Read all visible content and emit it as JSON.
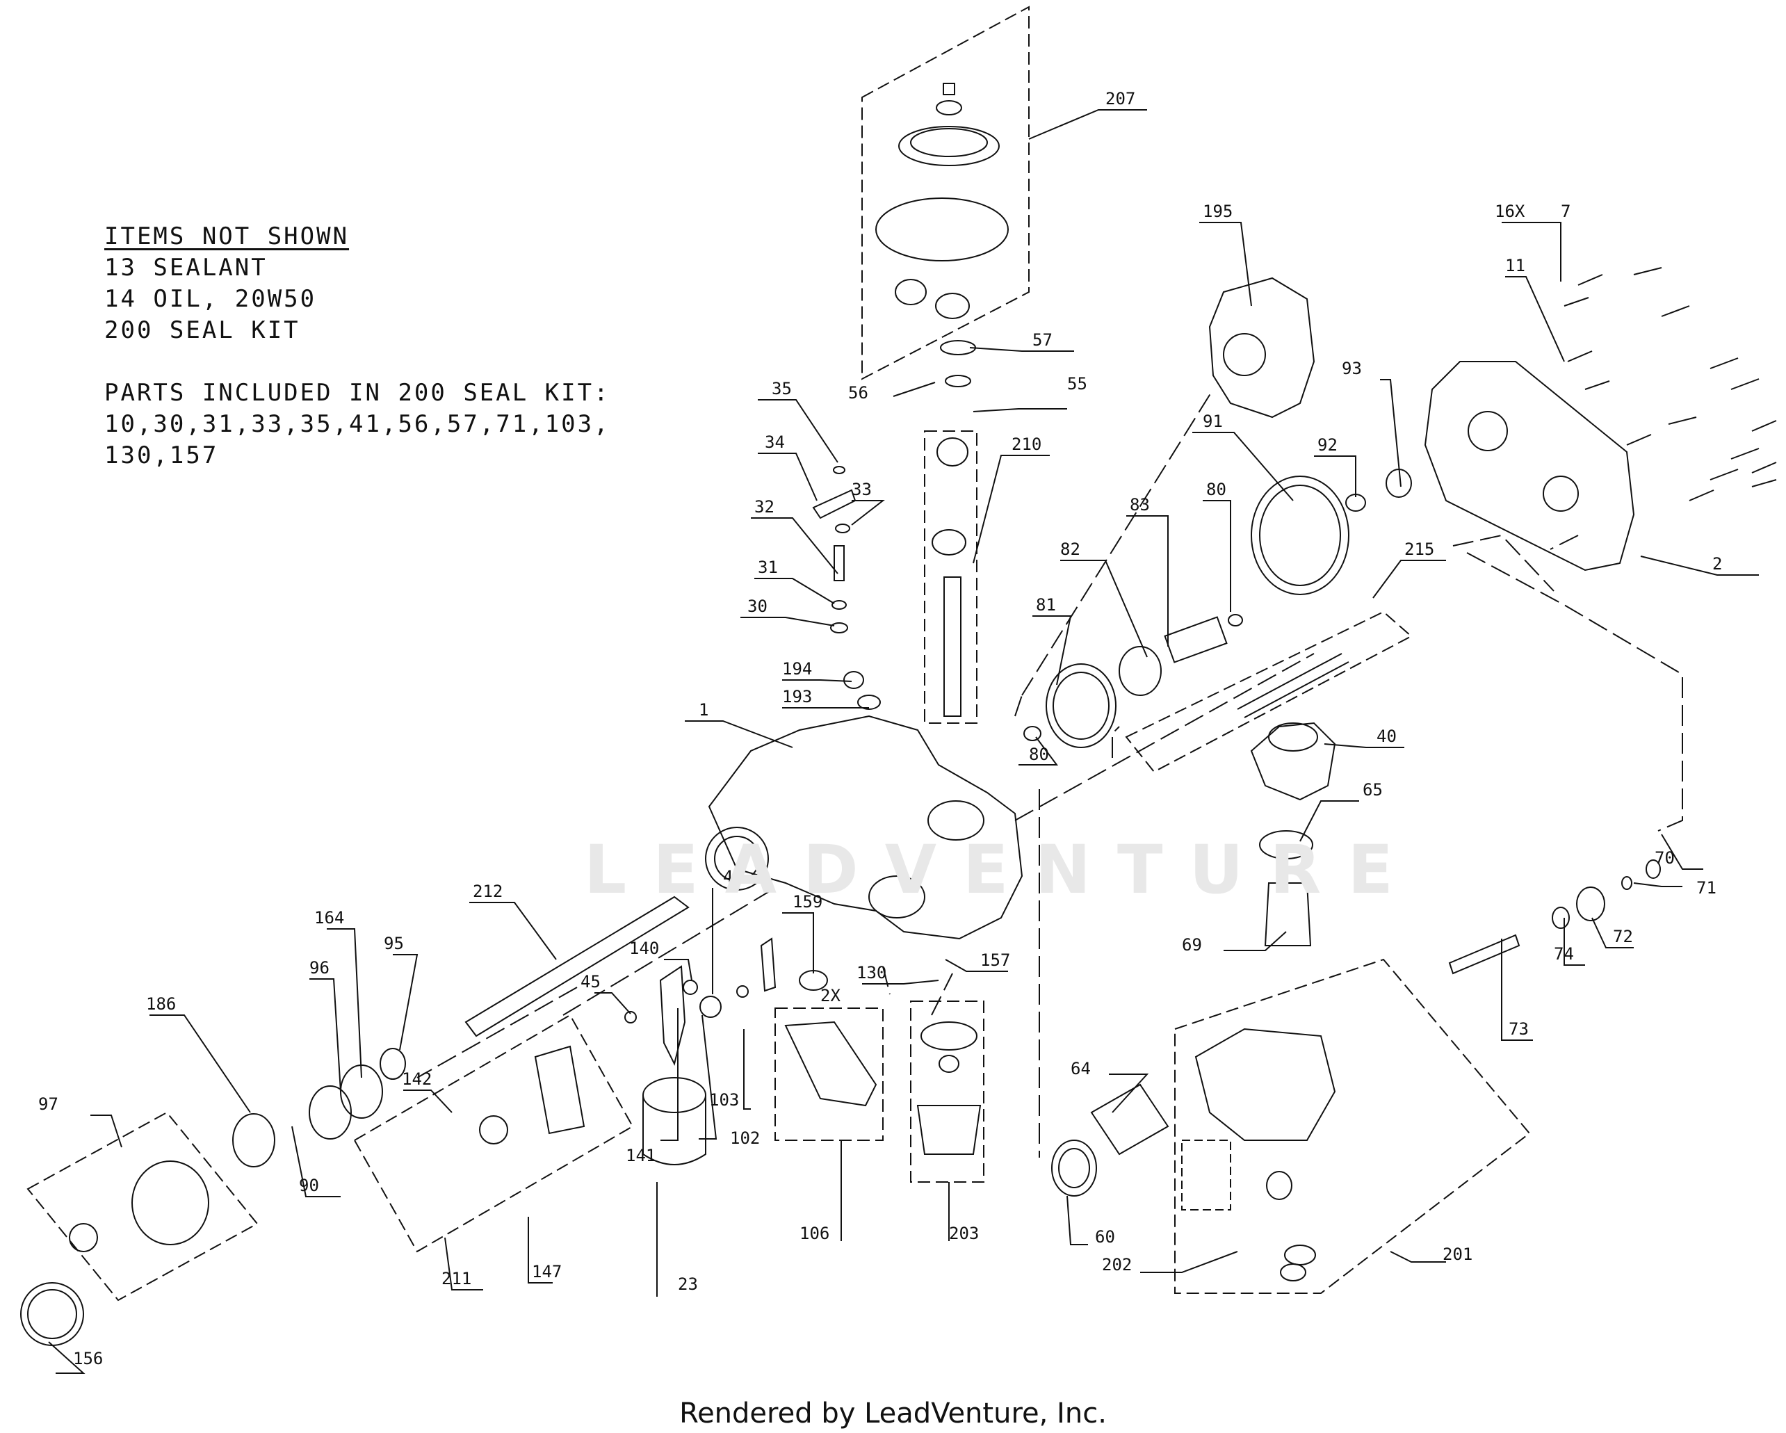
{
  "notes": {
    "title": "ITEMS NOT SHOWN",
    "lines": [
      "13 SEALANT",
      "14 OIL, 20W50",
      "200 SEAL KIT"
    ],
    "kit_title": "PARTS INCLUDED IN 200 SEAL KIT:",
    "kit_lines": [
      "10,30,31,33,35,41,56,57,71,103,",
      "130,157"
    ]
  },
  "watermark": "LEADVENTURE",
  "footer": "Rendered by LeadVenture, Inc.",
  "callouts": [
    "207",
    "57",
    "56",
    "55",
    "35",
    "34",
    "33",
    "32",
    "31",
    "30",
    "210",
    "194",
    "193",
    "1",
    "195",
    "16X",
    "7",
    "11",
    "93",
    "92",
    "91",
    "83",
    "80",
    "82",
    "81",
    "80",
    "215",
    "2",
    "40",
    "65",
    "70",
    "71",
    "72",
    "74",
    "73",
    "69",
    "212",
    "164",
    "95",
    "96",
    "186",
    "97",
    "90",
    "142",
    "211",
    "147",
    "45",
    "140",
    "41",
    "159",
    "157",
    "130",
    "2X",
    "103",
    "141",
    "102",
    "106",
    "203",
    "23",
    "156",
    "64",
    "60",
    "202",
    "201"
  ]
}
